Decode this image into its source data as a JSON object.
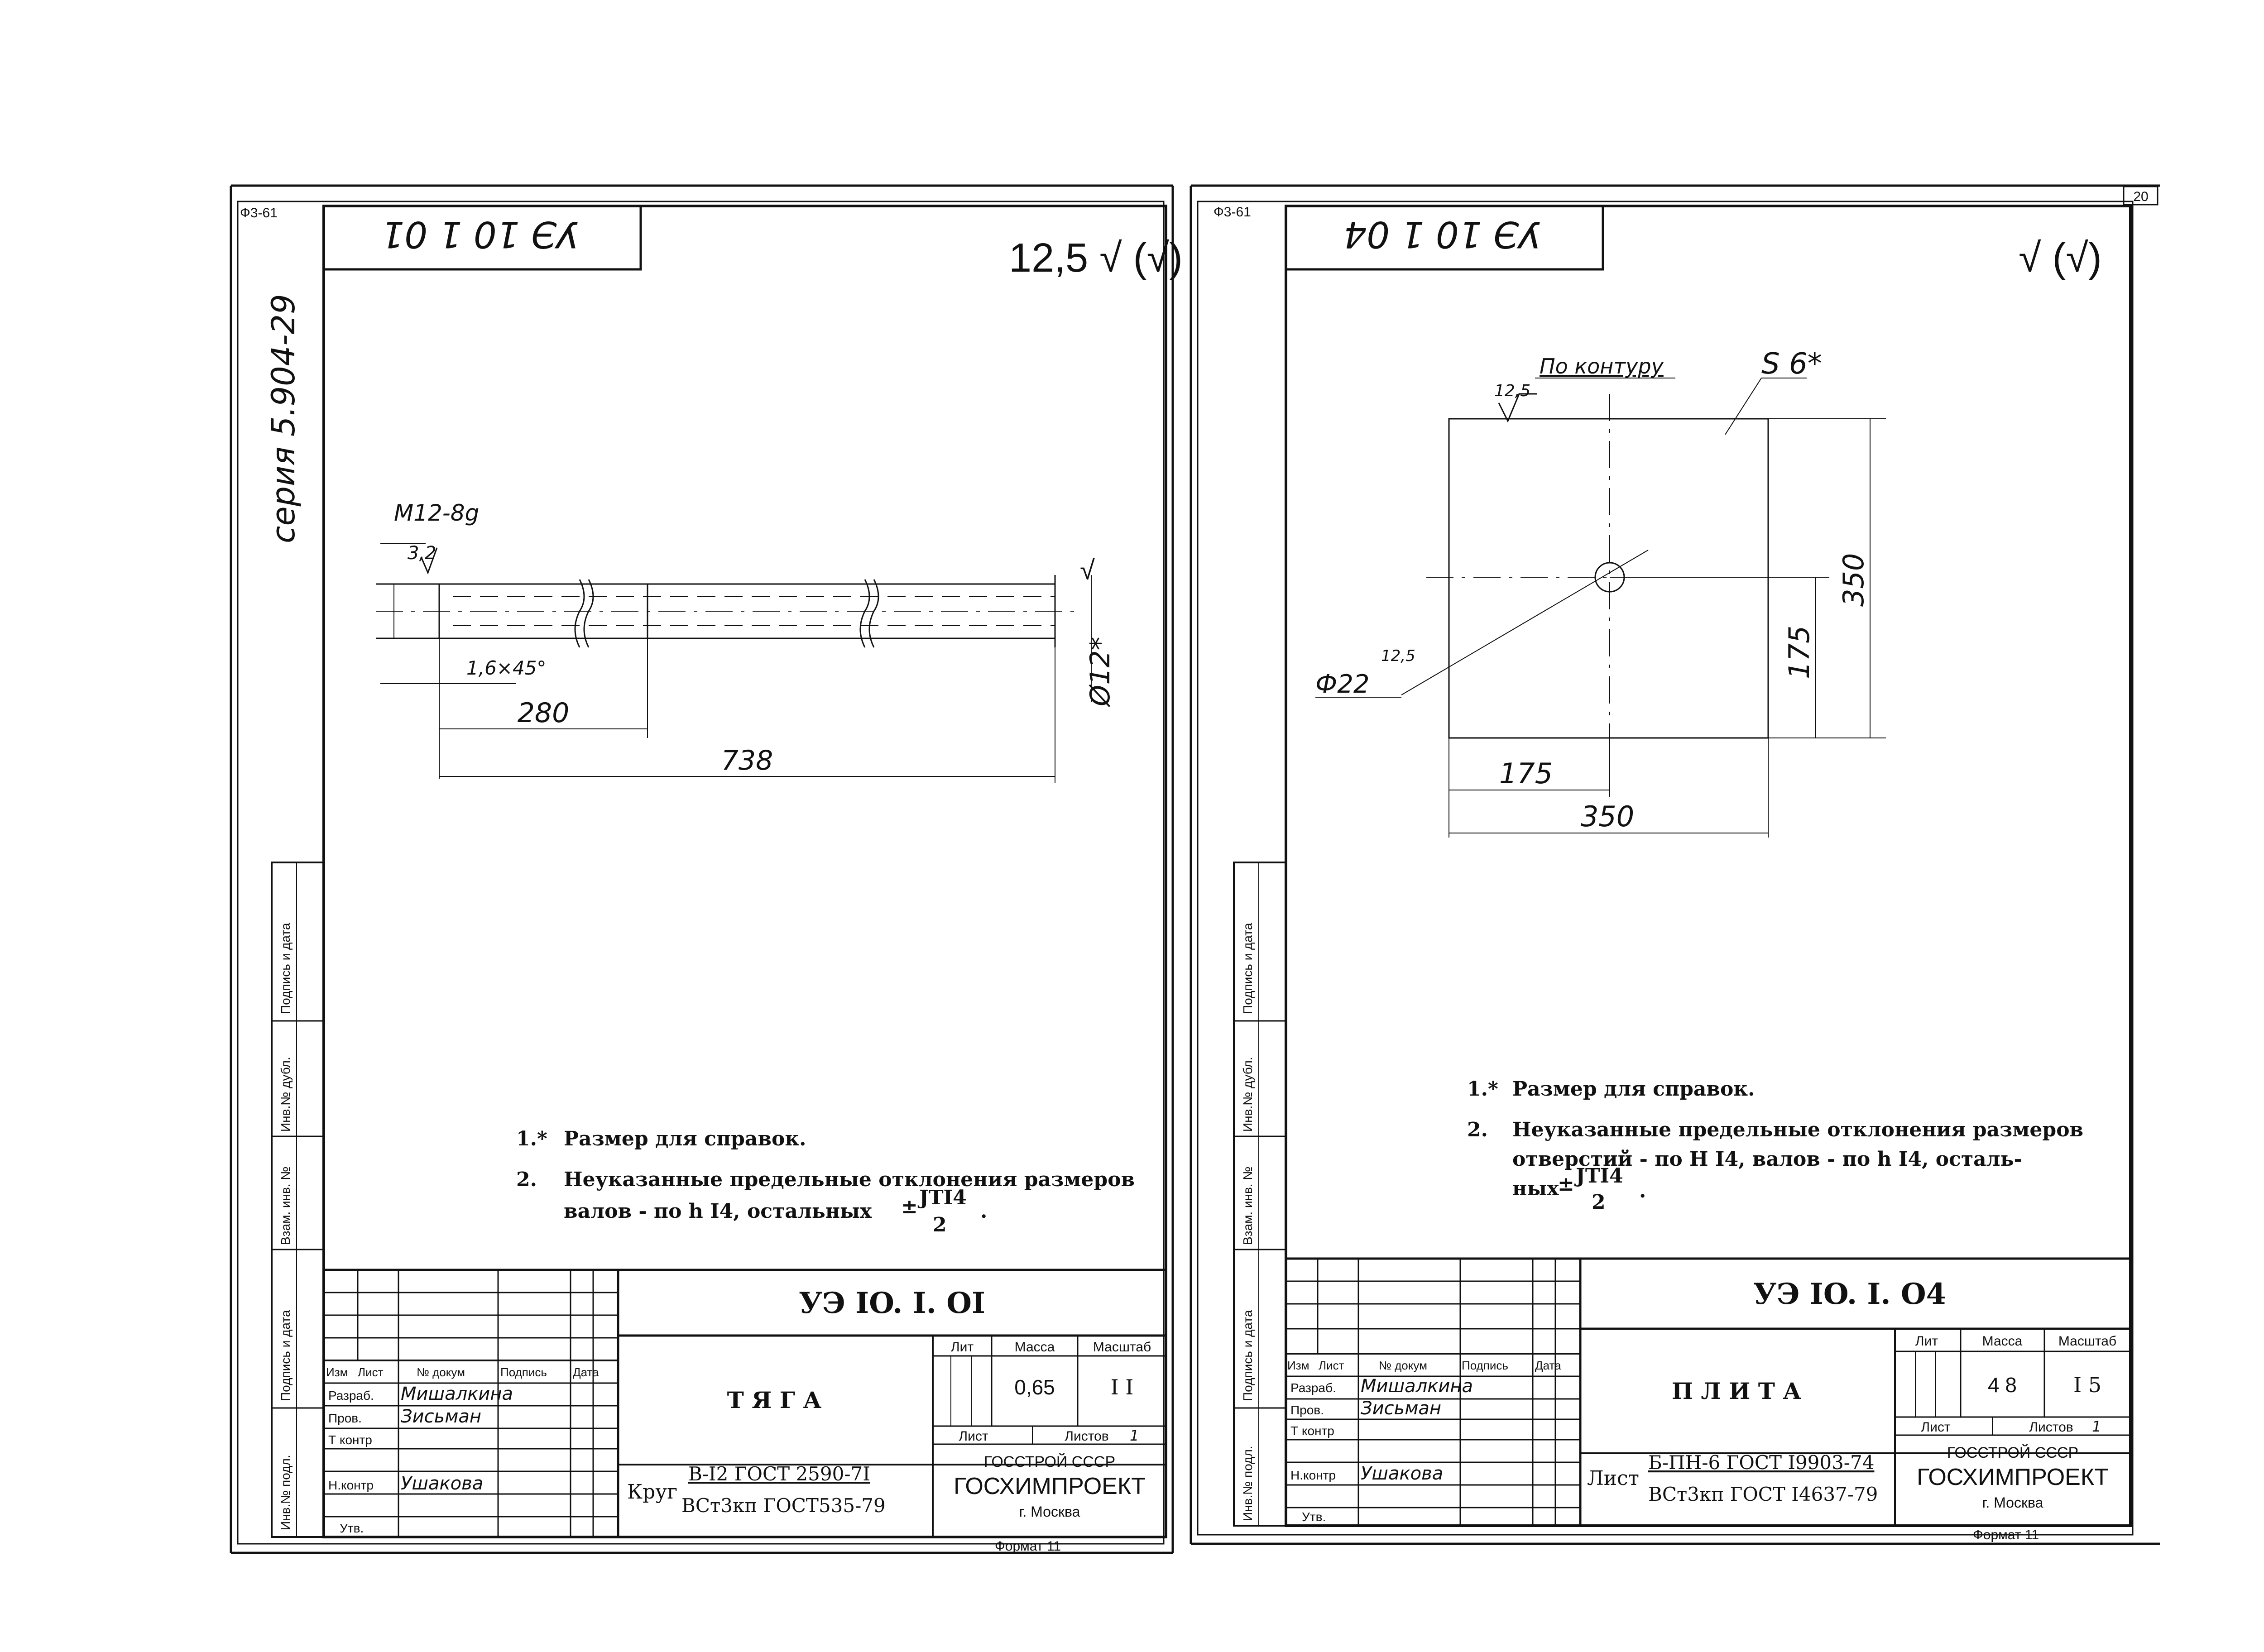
{
  "sheets": [
    {
      "id": "left",
      "corner_label": "Ф3-61",
      "stamp_inverted": "УЭ 10 1 01",
      "roughness_mark": "12,5 √ (√)",
      "series_label": "серия 5.904-29",
      "drawing": {
        "thread": "M12-8g",
        "chamfer_roughness": "3,2",
        "chamfer": "1,6×45°",
        "dim_thread_length": "280",
        "dim_total_length": "738",
        "dim_diameter": "Ø12*",
        "end_mark": "√"
      },
      "notes": {
        "n1_num": "1.*",
        "n1_text": "Размер для справок.",
        "n2_num": "2.",
        "n2_line1": "Неуказанные предельные отклонения размеров",
        "n2_line2": "валов - по h I4, остальных",
        "tol_pm": "±",
        "tol_num": "JTI4",
        "tol_den": "2",
        "tol_end": "."
      },
      "title_block": {
        "doc_code": "УЭ  IO. I. OI",
        "name": "Т Я Г А",
        "lit_label": "Лит",
        "mass_label": "Масса",
        "scale_label": "Масштаб",
        "mass": "0,65",
        "scale": "I I",
        "sheet_label": "Лист",
        "sheets_label": "Листов",
        "sheets_count": "1",
        "material_prefix": "Круг",
        "material_top": "В-I2  ГОСТ 2590-7I",
        "material_bottom": "ВСт3кп  ГОСТ535-79",
        "org_line1": "ГОССТРОЙ СССР",
        "org_line2": "ГОСХИМПРОЕКТ",
        "org_line3": "г. Москва",
        "format": "Формат 11",
        "headers": [
          "Изм",
          "Лист",
          "№ докум",
          "Подпись",
          "Дата"
        ],
        "roles": [
          "Разраб.",
          "Пров.",
          "Т контр",
          "",
          "Н.контр",
          "Утв."
        ],
        "names": [
          "Мишалкина",
          "Зисьман",
          "",
          "",
          "Ушакова",
          ""
        ]
      },
      "side_labels": [
        "Подпись и дата",
        "Инв.№ дубл.",
        "Взам. инв. №",
        "Подпись и дата",
        "Инв.№ подл."
      ]
    },
    {
      "id": "right",
      "corner_label": "Ф3-61",
      "page_number": "20",
      "stamp_inverted": "УЭ 10 1 04",
      "roughness_mark": "√ (√)",
      "drawing": {
        "contour_roughness": "12,5",
        "contour_label": "По контуру",
        "thickness": "S 6*",
        "hole_roughness": "12,5",
        "hole_diameter": "Ф22",
        "dim_height": "350",
        "dim_half_height": "175",
        "dim_half_width": "175",
        "dim_width": "350"
      },
      "notes": {
        "n1_num": "1.*",
        "n1_text": "Размер для справок.",
        "n2_num": "2.",
        "n2_line1": "Неуказанные предельные отклонения размеров",
        "n2_line2": "отверстий - по Н I4, валов - по h I4, осталь-",
        "n2_line3": "ных",
        "tol_pm": "±",
        "tol_num": "JTI4",
        "tol_den": "2",
        "tol_end": "."
      },
      "title_block": {
        "doc_code": "УЭ  IO. I. O4",
        "name": "П Л И Т А",
        "lit_label": "Лит",
        "mass_label": "Масса",
        "scale_label": "Масштаб",
        "mass": "4 8",
        "scale": "I 5",
        "sheet_label": "Лист",
        "sheets_label": "Листов",
        "sheets_count": "1",
        "material_prefix": "Лист",
        "material_top": "Б-ПН-6  ГОСТ I9903-74",
        "material_bottom": "ВСт3кп  ГОСТ I4637-79",
        "org_line1": "ГОССТРОЙ СССР",
        "org_line2": "ГОСХИМПРОЕКТ",
        "org_line3": "г. Москва",
        "format": "Формат 11",
        "headers": [
          "Изм",
          "Лист",
          "№ докум",
          "Подпись",
          "Дата"
        ],
        "roles": [
          "Разраб.",
          "Пров.",
          "Т контр",
          "",
          "Н.контр",
          "Утв."
        ],
        "names": [
          "Мишалкина",
          "Зисьман",
          "",
          "",
          "Ушакова",
          ""
        ]
      },
      "side_labels": [
        "Подпись и дата",
        "Инв.№ дубл.",
        "Взам. инв. №",
        "Подпись и дата",
        "Инв.№ подл."
      ]
    }
  ]
}
